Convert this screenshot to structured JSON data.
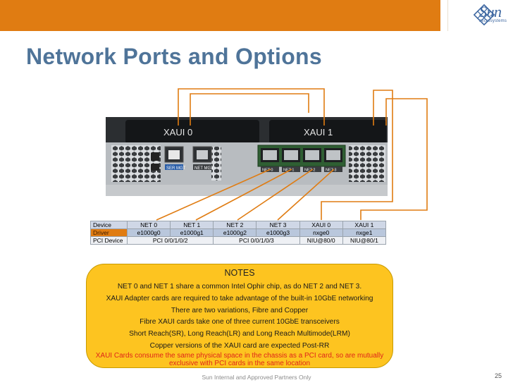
{
  "slide": {
    "title": "Network Ports and Options",
    "logo": {
      "word": "Sun",
      "sub": "microsystems"
    },
    "photo_labels": {
      "xaui0": "XAUI 0",
      "xaui1": "XAUI 1",
      "ser_mgt": "SER MGT",
      "net_mgt": "NET MGT",
      "net0": "NET 0",
      "net1": "NET 1",
      "net2": "NET 2",
      "net3": "NET 3"
    },
    "table": {
      "row_labels": [
        "Device",
        "Driver",
        "PCI Device"
      ],
      "devices": [
        "NET 0",
        "NET 1",
        "NET 2",
        "NET 3",
        "XAUI 0",
        "XAUI 1"
      ],
      "drivers": [
        "e1000g0",
        "e1000g1",
        "e1000g2",
        "e1000g3",
        "nxge0",
        "nxge1"
      ],
      "pci": [
        "PCI 0/0/1/0/2",
        "PCI 0/0/1/0/3",
        "NIU@80/0",
        "NIU@80/1"
      ]
    },
    "notes": {
      "title": "NOTES",
      "lines": [
        "NET 0 and NET 1 share a common Intel Ophir chip, as do NET 2 and NET 3.",
        "XAUI Adapter cards are required to take advantage of the built-in 10GbE networking",
        "There are two variations, Fibre and Copper",
        "Fibre XAUI cards take one of three current 10GbE transceivers",
        "Short Reach(SR), Long Reach(LR) and Long Reach Multimode(LRM)",
        "Copper versions of the XAUI card are expected Post-RR"
      ],
      "warning": "XAUI Cards consume the same physical space in the chassis as a PCI card, so are mutually exclusive with PCI cards in the same location"
    },
    "footer": "Sun Internal and Approved Partners Only",
    "page_number": "25",
    "colors": {
      "accent_bar": "#e07c12",
      "title": "#4f7499",
      "notes_bg": "#fdc420",
      "warning": "#e0251a",
      "wires": "#e07c12"
    }
  }
}
